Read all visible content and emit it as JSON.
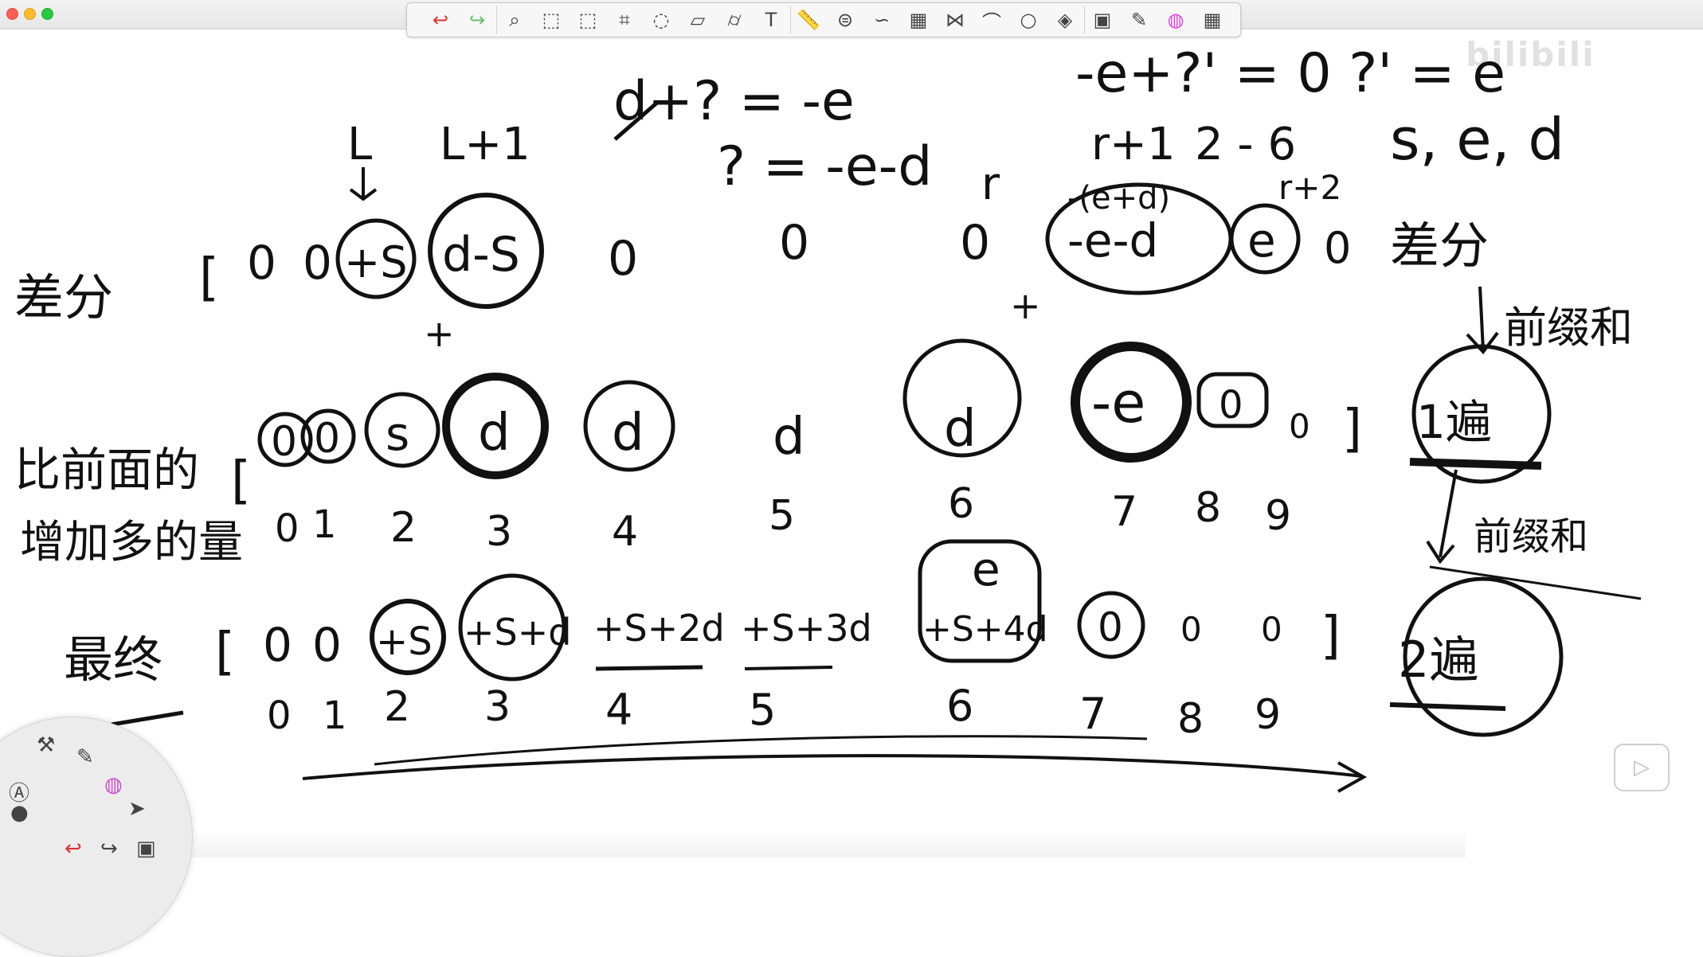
{
  "toolbar": {
    "tools": [
      {
        "icon": "undo-icon",
        "glyph": "↩"
      },
      {
        "icon": "redo-icon",
        "glyph": "↪"
      },
      {
        "icon": "zoom-icon",
        "glyph": "⌕"
      },
      {
        "icon": "rect-select-icon",
        "glyph": "⬚"
      },
      {
        "icon": "smart-select-icon",
        "glyph": "⬚"
      },
      {
        "icon": "crop-icon",
        "glyph": "⌗"
      },
      {
        "icon": "lasso-icon",
        "glyph": "◌"
      },
      {
        "icon": "transform-icon",
        "glyph": "▱"
      },
      {
        "icon": "cylinder-icon",
        "glyph": "⌭"
      },
      {
        "icon": "text-tool-icon",
        "glyph": "T"
      },
      {
        "icon": "ruler-icon",
        "glyph": "📏"
      },
      {
        "icon": "symmetry-icon",
        "glyph": "⊜"
      },
      {
        "icon": "curve-icon",
        "glyph": "∽"
      },
      {
        "icon": "perspective-grid-icon",
        "glyph": "▦"
      },
      {
        "icon": "warp-icon",
        "glyph": "⋈"
      },
      {
        "icon": "pen-stroke-icon",
        "glyph": "⌒"
      },
      {
        "icon": "ellipse-icon",
        "glyph": "○"
      },
      {
        "icon": "shape-icon",
        "glyph": "◈"
      },
      {
        "icon": "layers-icon",
        "glyph": "▣"
      },
      {
        "icon": "brushes-icon",
        "glyph": "✎"
      },
      {
        "icon": "color-wheel-icon",
        "glyph": "◍"
      },
      {
        "icon": "grid-view-icon",
        "glyph": "▦"
      }
    ]
  },
  "watermark": "bilibili",
  "notes": {
    "top_formula_1": "-e+?' = 0   ?' = e",
    "top_formula_2": "d+? = -e",
    "top_formula_3": "? = -e-d",
    "label_l": "L",
    "label_l1": "L+1",
    "label_r": "r",
    "label_r1": "r+1",
    "label_r2": "r+2",
    "label_2_6": "2 - 6",
    "label_sed": "s, e, d",
    "row1_label": "差分",
    "row1_label_right": "差分",
    "row1_values": [
      "[",
      "0",
      "0",
      "+S",
      "d-S",
      "0",
      "0",
      "0",
      "-(e+d)",
      "-e-d",
      "e",
      "0"
    ],
    "row2_label_a": "比前面的",
    "row2_label_b": "增加多的量",
    "row2_values": [
      "[",
      "0",
      "0",
      "s",
      "d",
      "d",
      "d",
      "d",
      "-e",
      "0",
      "0",
      "]"
    ],
    "row2_indices": [
      "0",
      "1",
      "2",
      "3",
      "4",
      "5",
      "6",
      "7",
      "8",
      "9"
    ],
    "prefix_note_1": "前缀和",
    "prefix_note_2": "1遍",
    "row3_label": "最终",
    "row3_values": [
      "[",
      "0",
      "0",
      "+S",
      "+S+d",
      "+S+2d",
      "+S+3d",
      "+S+4d",
      "0",
      "0",
      "0",
      "]"
    ],
    "row3_sub": "e",
    "row3_indices": [
      "0",
      "1",
      "2",
      "3",
      "4",
      "5",
      "6",
      "7",
      "8",
      "9"
    ],
    "prefix_note_3": "前缀和",
    "prefix_note_4": "2遍"
  }
}
